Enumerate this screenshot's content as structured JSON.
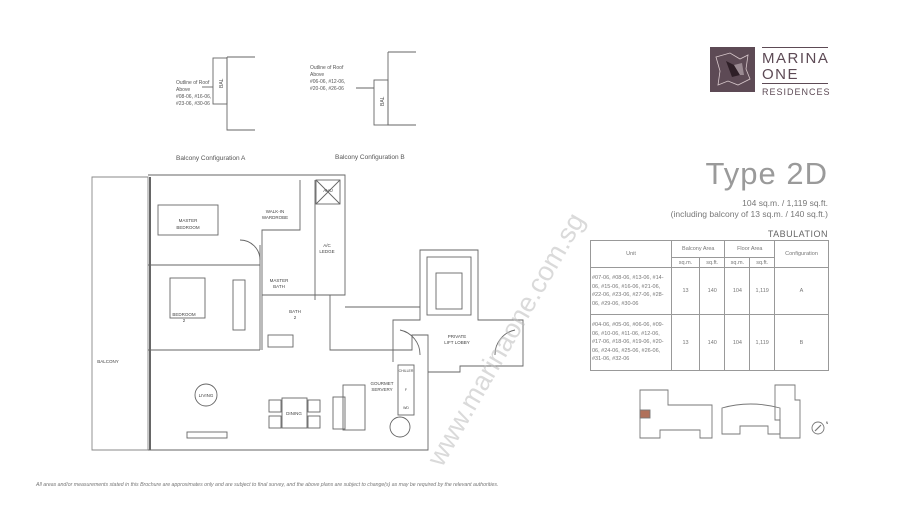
{
  "brand": {
    "line1": "MARINA",
    "line2": "ONE",
    "line3": "RESIDENCES"
  },
  "unit": {
    "title": "Type 2D",
    "area": "104 sq.m. / 1,119 sq.ft.",
    "area_note": "(including balcony of 13 sq.m. / 140 sq.ft.)"
  },
  "balcony_configs": [
    {
      "caption": "Balcony Configuration A",
      "note_l1": "Outline of Roof",
      "note_l2": "Above",
      "note_l3": "#08-06, #16-06,",
      "note_l4": "#23-06, #30-06",
      "bal": "BAL"
    },
    {
      "caption": "Balcony Configuration B",
      "note_l1": "Outline of Roof",
      "note_l2": "Above",
      "note_l3": "#06-06, #12-06,",
      "note_l4": "#20-06, #26-06",
      "bal": "BAL"
    }
  ],
  "rooms": {
    "master_bedroom_1": "MASTER",
    "master_bedroom_2": "BEDROOM",
    "walkin_1": "WALK-IN",
    "walkin_2": "WARDROBE",
    "ahu": "AHU",
    "ac_ledge_1": "A/C",
    "ac_ledge_2": "LEDGE",
    "master_bath_1": "MASTER",
    "master_bath_2": "BATH",
    "bedroom2_1": "BEDROOM",
    "bedroom2_2": "2",
    "bath2_1": "BATH",
    "bath2_2": "2",
    "lift_lobby_1": "PRIVATE",
    "lift_lobby_2": "LIFT LOBBY",
    "balcony": "BALCONY",
    "living": "LIVING",
    "dining": "DINING",
    "servery_1": "GOURMET",
    "servery_2": "SERVERY",
    "chiller": "CHILLER",
    "fridge": "F",
    "wd": "WD"
  },
  "tabulation": {
    "label": "TABULATION",
    "headers": {
      "unit": "Unit",
      "balcony_area": "Balcony Area",
      "floor_area": "Floor Area",
      "configuration": "Configuration",
      "sqm": "sq.m.",
      "sqft": "sq.ft."
    },
    "rows": [
      {
        "units": "#07-06, #08-06, #13-06, #14-06, #15-06, #16-06, #21-06, #22-06, #23-06, #27-06, #28-06, #29-06, #30-06",
        "bal_sqm": "13",
        "bal_sqft": "140",
        "floor_sqm": "104",
        "floor_sqft": "1,119",
        "config": "A"
      },
      {
        "units": "#04-06, #05-06, #06-06, #09-06, #10-06, #11-06, #12-06, #17-06, #18-06, #19-06, #20-06, #24-06, #25-06, #26-06, #31-06, #32-06",
        "bal_sqm": "13",
        "bal_sqft": "140",
        "floor_sqm": "104",
        "floor_sqft": "1,119",
        "config": "B"
      }
    ]
  },
  "key_plan": {
    "highlight_color": "#b0705a",
    "compass": "N"
  },
  "watermark": "www.marinaone.com.sg",
  "disclaimer": "All areas and/or measurements stated in this Brochure are approximates only and are subject to final survey, and the above plans are subject to change(s) as may be required by the relevant authorities."
}
